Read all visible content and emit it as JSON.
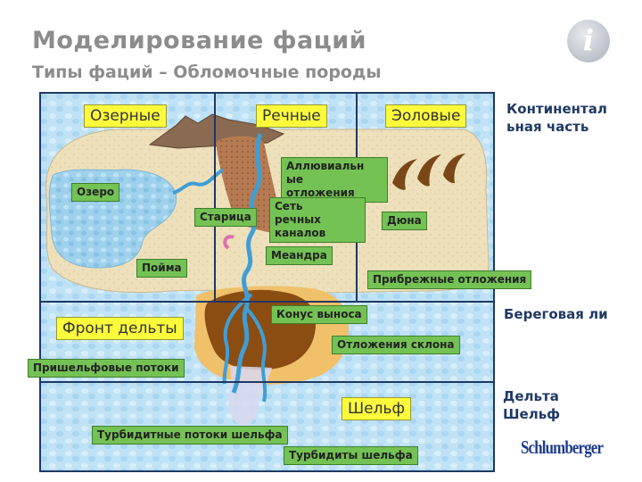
{
  "header": {
    "title": "Моделирование фаций",
    "subtitle": "Типы фаций – Обломочные породы"
  },
  "icons": {
    "info": "info-icon",
    "info_glyph": "i"
  },
  "zones": {
    "lake": "Озерные",
    "river": "Речные",
    "aeolian": "Эоловые",
    "delta_front": "Фронт дельты",
    "shelf": "Шельф"
  },
  "labels": {
    "lake": "Озеро",
    "oxbow": "Старица",
    "floodplain": "Пойма",
    "alluvial": "Аллювиальн\nые\nотложения",
    "meander": "Меандра",
    "channel_network": "Сеть\nречных\nканалов",
    "dune": "Дюна",
    "coastal": "Прибрежные отложения",
    "fan": "Конус выноса",
    "slope": "Отложения склона",
    "proshelf": "Пришельфовые потоки",
    "shelf_turbidite_flows": "Турбидитные потоки шельфа",
    "shelf_turbidites": "Турбидиты шельфа"
  },
  "side_labels": {
    "continental": "Континентал\nьная часть",
    "coastline": "Береговая ли",
    "delta_shelf": "Дельта\nШельф"
  },
  "logo": "Schlumberger",
  "colors": {
    "land": "#ede0bb",
    "water": "#b8def4",
    "lake_water": "#98cde9",
    "river": "#3f9ed6",
    "delta_brown": "#8b4d12",
    "slope_orange": "#f0c06a",
    "mountain": "#8a6a50",
    "dune": "#7a4818",
    "label_green": "#74c254",
    "label_yellow": "#fbfb3c",
    "grid_line": "#1f3864"
  }
}
